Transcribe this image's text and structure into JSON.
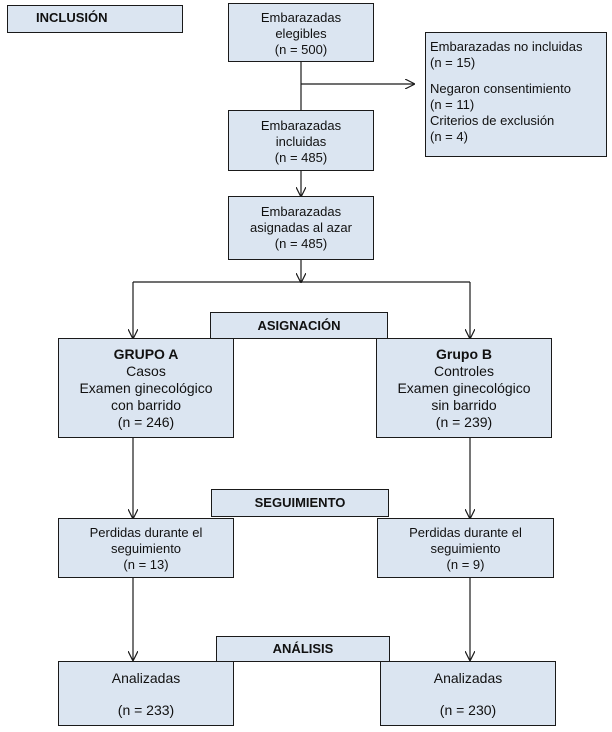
{
  "stages": {
    "inclusion": "INCLUSIÓN",
    "assignment": "ASIGNACIÓN",
    "followup": "SEGUIMIENTO",
    "analysis": "ANÁLISIS"
  },
  "eligible": {
    "l1": "Embarazadas",
    "l2": "elegibles",
    "l3": "(n = 500)"
  },
  "excluded": {
    "l1": "Embarazadas no incluidas",
    "l2": "(n = 15)",
    "l3": "Negaron consentimiento",
    "l4": "(n = 11)",
    "l5": "Criterios de exclusión",
    "l6": "(n = 4)"
  },
  "included": {
    "l1": "Embarazadas",
    "l2": "incluidas",
    "l3": "(n = 485)"
  },
  "randomized": {
    "l1": "Embarazadas",
    "l2": "asignadas al azar",
    "l3": "(n = 485)"
  },
  "group_a": {
    "title": "GRUPO A",
    "l1": "Casos",
    "l2": "Examen ginecológico",
    "l3": "con barrido",
    "l4": "(n = 246)"
  },
  "group_b": {
    "title": "Grupo B",
    "l1": "Controles",
    "l2": "Examen ginecológico",
    "l3": "sin barrido",
    "l4": "(n = 239)"
  },
  "lost_a": {
    "l1": "Perdidas durante el",
    "l2": "seguimiento",
    "l3": "(n = 13)"
  },
  "lost_b": {
    "l1": "Perdidas durante el",
    "l2": "seguimiento",
    "l3": "(n = 9)"
  },
  "analyzed_a": {
    "l1": "Analizadas",
    "l2": "(n = 233)"
  },
  "analyzed_b": {
    "l1": "Analizadas",
    "l2": "(n = 230)"
  }
}
